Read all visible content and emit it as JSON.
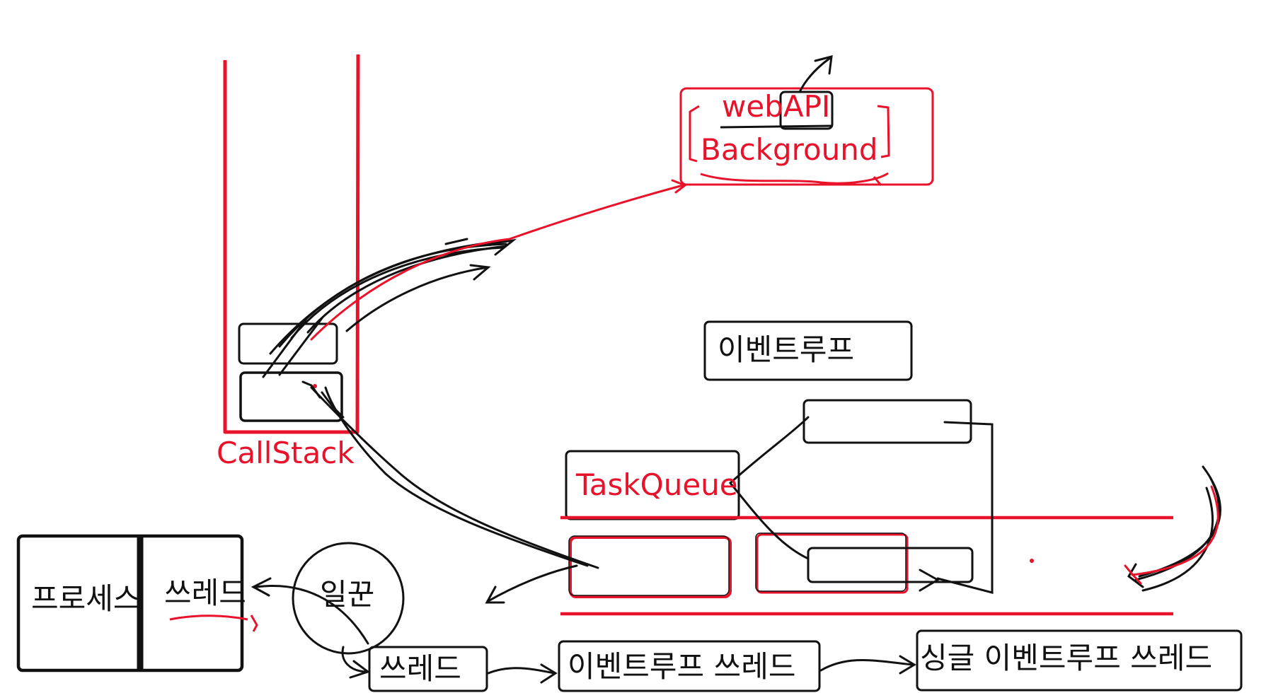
{
  "colors": {
    "ink": "#111111",
    "accent": "#e8132b",
    "background": "#ffffff"
  },
  "labels": {
    "webapi": "webAPI",
    "background": "Background",
    "callstack": "CallStack",
    "eventloop": "이벤트루프",
    "taskqueue": "TaskQueue",
    "process": "프로세스",
    "thread": "쓰레드",
    "worker": "일꾼",
    "thread_box": "쓰레드",
    "eventloop_thread": "이벤트루프 쓰레드",
    "single_eventloop_thread": "싱글 이벤트루프 쓰레드"
  }
}
